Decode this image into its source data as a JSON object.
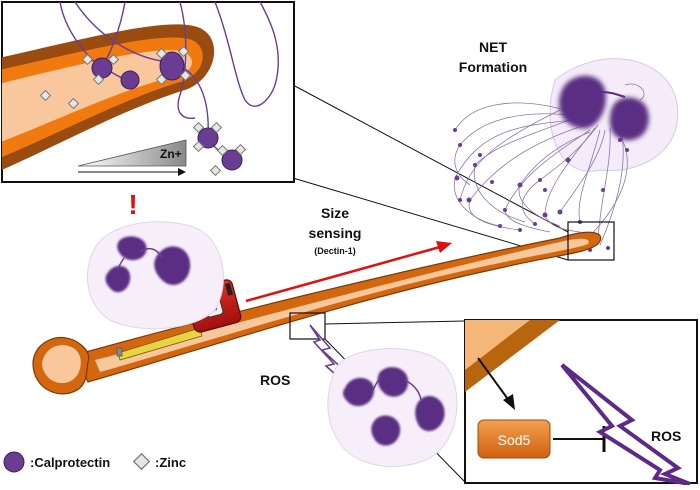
{
  "labels": {
    "net_line1": "NET",
    "net_line2": "Formation",
    "size_line1": "Size",
    "size_line2": "sensing",
    "dectin": "(Dectin-1)",
    "ros_main": "ROS",
    "ros_inset": "ROS",
    "zn": "Zn+",
    "sod5": "Sod5",
    "alert": "!"
  },
  "legend": {
    "calprotectin": ":Calprotectin",
    "zinc": ":Zinc"
  },
  "colors": {
    "hypha_outer": "#d2670f",
    "hypha_inner": "#f8c89c",
    "neutrophil": "#6a3d92",
    "nucleus": "#5a2d82",
    "arrow_red": "#e01010",
    "sod5": "#e07a18"
  }
}
